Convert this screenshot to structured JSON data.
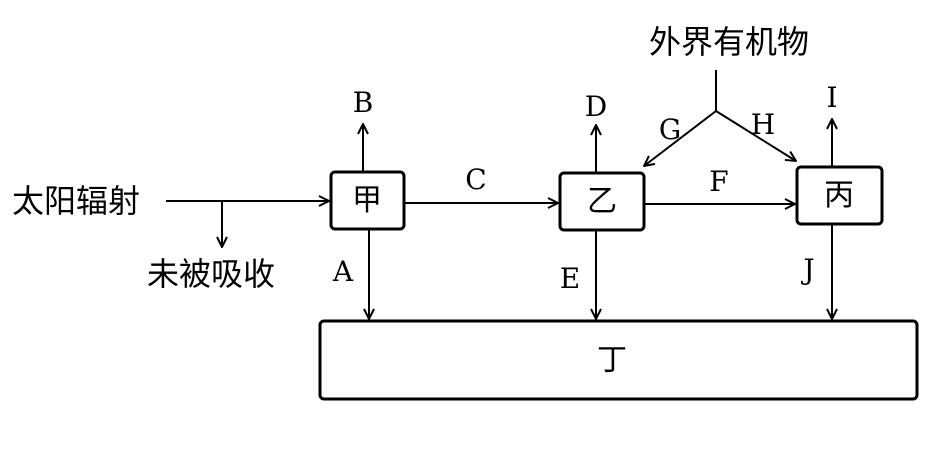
{
  "nodes": {
    "jia": "甲",
    "yi": "乙",
    "bing": "丙",
    "ding": "丁"
  },
  "external": {
    "solar_radiation": "太阳辐射",
    "not_absorbed": "未被吸收",
    "external_organic_matter": "外界有机物"
  },
  "flows": {
    "A": "A",
    "B": "B",
    "C": "C",
    "D": "D",
    "E": "E",
    "F": "F",
    "G": "G",
    "H": "H",
    "I": "I",
    "J": "J"
  }
}
